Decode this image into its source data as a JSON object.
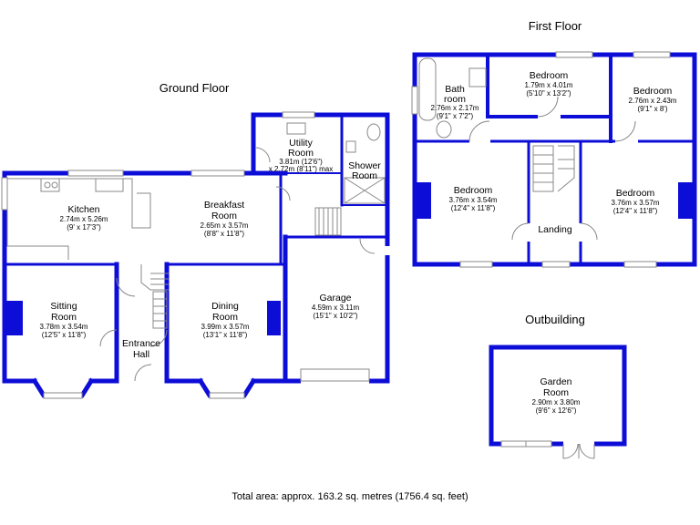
{
  "headings": {
    "ground_floor": "Ground Floor",
    "first_floor": "First Floor",
    "outbuilding": "Outbuilding"
  },
  "rooms": {
    "kitchen": {
      "name": [
        "Kitchen"
      ],
      "metric": "2.74m x 5.26m",
      "imperial": "(9' x 17'3\")"
    },
    "breakfast_room": {
      "name": [
        "Breakfast",
        "Room"
      ],
      "metric": "2.65m x 3.57m",
      "imperial": "(8'8\" x 11'8\")"
    },
    "utility_room": {
      "name": [
        "Utility",
        "Room"
      ],
      "metric": "3.81m (12'6\")",
      "imperial": "x 2.72m (8'11\") max"
    },
    "shower_room": {
      "name": [
        "Shower",
        "Room"
      ]
    },
    "sitting_room": {
      "name": [
        "Sitting",
        "Room"
      ],
      "metric": "3.78m x 3.54m",
      "imperial": "(12'5\" x 11'8\")"
    },
    "entrance_hall": {
      "name": [
        "Entrance",
        "Hall"
      ]
    },
    "dining_room": {
      "name": [
        "Dining",
        "Room"
      ],
      "metric": "3.99m x 3.57m",
      "imperial": "(13'1\" x 11'8\")"
    },
    "garage": {
      "name": [
        "Garage"
      ],
      "metric": "4.59m x 3.11m",
      "imperial": "(15'1\" x 10'2\")"
    },
    "bathroom": {
      "name": [
        "Bath",
        "room"
      ],
      "metric": "2.76m x 2.17m",
      "imperial": "(9'1\" x 7'2\")"
    },
    "bedroom_top_mid": {
      "name": [
        "Bedroom"
      ],
      "metric": "1.79m x 4.01m",
      "imperial": "(5'10\" x 13'2\")"
    },
    "bedroom_top_right": {
      "name": [
        "Bedroom"
      ],
      "metric": "2.76m x 2.43m",
      "imperial": "(9'1\" x 8')"
    },
    "bedroom_left": {
      "name": [
        "Bedroom"
      ],
      "metric": "3.76m x 3.54m",
      "imperial": "(12'4\" x 11'8\")"
    },
    "bedroom_right": {
      "name": [
        "Bedroom"
      ],
      "metric": "3.76m x 3.57m",
      "imperial": "(12'4\" x 11'8\")"
    },
    "landing": {
      "name": [
        "Landing"
      ]
    },
    "garden_room": {
      "name": [
        "Garden",
        "Room"
      ],
      "metric": "2.90m x 3.80m",
      "imperial": "(9'6\" x 12'6\")"
    }
  },
  "total_area": "Total area: approx. 163.2 sq. metres (1756.4 sq. feet)",
  "colors": {
    "wall": "#0d0dd8",
    "fixture": "#888888",
    "background": "#ffffff",
    "text": "#000000"
  }
}
